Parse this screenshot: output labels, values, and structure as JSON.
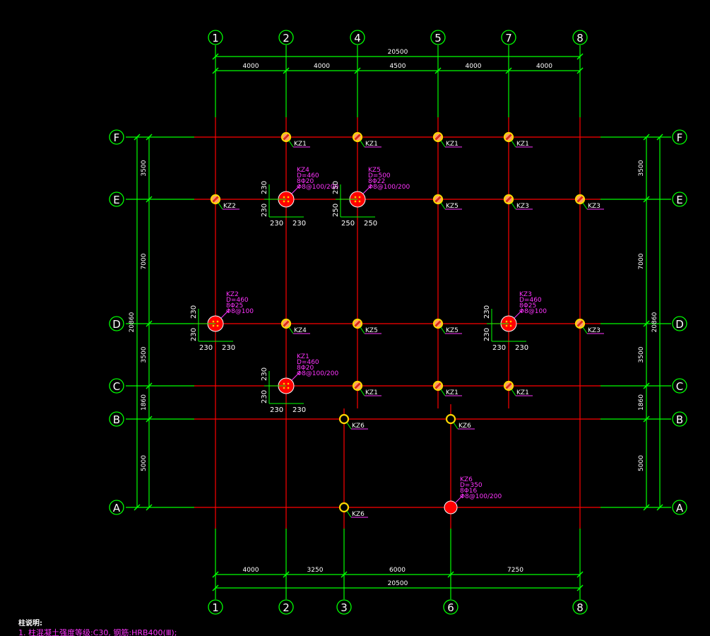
{
  "axes": {
    "top_numbers": [
      "1",
      "2",
      "4",
      "5",
      "7",
      "8"
    ],
    "bottom_numbers": [
      "1",
      "2",
      "3",
      "6",
      "8"
    ],
    "rows": [
      "F",
      "E",
      "D",
      "C",
      "B",
      "A"
    ]
  },
  "dimensions": {
    "top_total": "20500",
    "top_spans": [
      "4000",
      "4000",
      "4500",
      "4000",
      "4000"
    ],
    "bottom_total": "20500",
    "bottom_spans": [
      "4000",
      "3250",
      "6000",
      "7250"
    ],
    "side_spans": [
      "3500",
      "7000",
      "3500",
      "1860",
      "5000"
    ],
    "side_total": "20860"
  },
  "columns": [
    {
      "tag": "KZ1",
      "axes": "2-F"
    },
    {
      "tag": "KZ1",
      "axes": "4-F"
    },
    {
      "tag": "KZ1",
      "axes": "5-F"
    },
    {
      "tag": "KZ1",
      "axes": "7-F"
    },
    {
      "tag": "KZ2",
      "axes": "1-E"
    },
    {
      "tag": "KZ5",
      "axes": "5-E"
    },
    {
      "tag": "KZ3",
      "axes": "7-E"
    },
    {
      "tag": "KZ3",
      "axes": "8-E"
    },
    {
      "tag": "KZ4",
      "axes": "2-D"
    },
    {
      "tag": "KZ5",
      "axes": "4-D"
    },
    {
      "tag": "KZ5",
      "axes": "5-D"
    },
    {
      "tag": "KZ3",
      "axes": "8-D"
    },
    {
      "tag": "KZ1",
      "axes": "4-C"
    },
    {
      "tag": "KZ1",
      "axes": "5-C"
    },
    {
      "tag": "KZ1",
      "axes": "7-C"
    },
    {
      "tag": "KZ6",
      "axes": "3-B"
    },
    {
      "tag": "KZ6",
      "axes": "6-B"
    },
    {
      "tag": "KZ6",
      "axes": "3-A"
    }
  ],
  "detailed_columns": [
    {
      "axes": "2-E",
      "lines": [
        "KZ4",
        "D=460",
        "8Φ20",
        "Φ8@100/200"
      ],
      "offsets": [
        "230",
        "230",
        "230"
      ]
    },
    {
      "axes": "4-E",
      "lines": [
        "KZ5",
        "D=500",
        "8Φ22",
        "Φ8@100/200"
      ],
      "offsets": [
        "250",
        "250",
        "250"
      ]
    },
    {
      "axes": "1-D",
      "lines": [
        "KZ2",
        "D=460",
        "8Φ25",
        "Φ8@100"
      ],
      "offsets": [
        "230",
        "230",
        "230"
      ]
    },
    {
      "axes": "7-D",
      "lines": [
        "KZ3",
        "D=460",
        "8Φ25",
        "Φ8@100"
      ],
      "offsets": [
        "230",
        "230",
        "230"
      ]
    },
    {
      "axes": "2-C",
      "lines": [
        "KZ1",
        "D=460",
        "8Φ20",
        "Φ8@100/200"
      ],
      "offsets": [
        "230",
        "230",
        "230"
      ]
    },
    {
      "axes": "6-A",
      "lines": [
        "KZ6",
        "D=350",
        "8Φ16",
        "Φ8@100/200"
      ],
      "offsets": []
    }
  ],
  "notes": {
    "title": "柱说明:",
    "line1": "1. 柱混凝土强度等级:C30, 钢筋:HRB400(Ⅲ);"
  },
  "colors": {
    "axis_line": "#ff0000",
    "dim_line": "#00ff00",
    "label_text": "#ffffff",
    "annotation_text": "#ff33ff",
    "column_fill": "#ff0000",
    "small_column": "#ffd700"
  }
}
